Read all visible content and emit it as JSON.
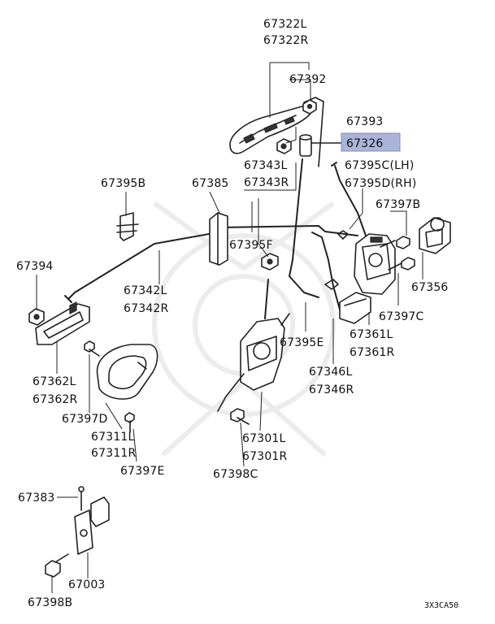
{
  "labels": {
    "l67322": "67322L",
    "r67322": "67322R",
    "p67392": "67392",
    "p67393": "67393",
    "p67326": "67326",
    "p67395b": "67395B",
    "p67385": "67385",
    "l67343": "67343L",
    "r67343": "67343R",
    "c67395": "67395C(LH)",
    "d67395": "67395D(RH)",
    "p67397b": "67397B",
    "p67394": "67394",
    "p67395f": "67395F",
    "p67356": "67356",
    "l67342": "67342L",
    "r67342": "67342R",
    "p67397c": "67397C",
    "l67361": "67361L",
    "r67361": "67361R",
    "p67395e": "67395E",
    "l67362": "67362L",
    "r67362": "67362R",
    "l67346": "67346L",
    "r67346": "67346R",
    "p67397d": "67397D",
    "l67311": "67311L",
    "r67311": "67311R",
    "l67301": "67301L",
    "r67301": "67301R",
    "p67397e": "67397E",
    "p67398c": "67398C",
    "p67383": "67383",
    "p67003": "67003",
    "p67398b": "67398B"
  },
  "highlight": {
    "part": "67326",
    "color": "#aab4d8"
  },
  "diagram_code": "3X3CA50"
}
